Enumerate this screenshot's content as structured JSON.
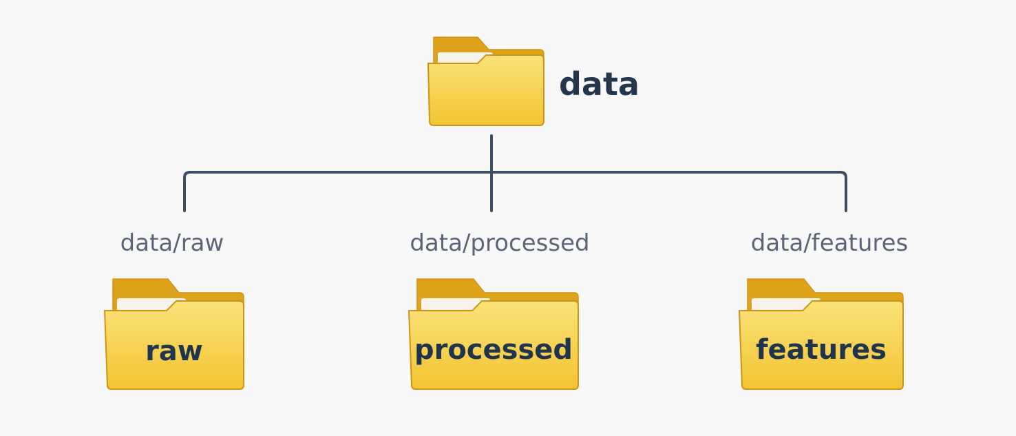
{
  "root": {
    "name": "data",
    "icon": "folder-icon"
  },
  "children": [
    {
      "path": "data/raw",
      "name": "raw",
      "icon": "folder-icon"
    },
    {
      "path": "data/processed",
      "name": "processed",
      "icon": "folder-icon"
    },
    {
      "path": "data/features",
      "name": "features",
      "icon": "folder-icon"
    }
  ],
  "colors": {
    "background": "#f8f8f8",
    "folder_back": "#dfa21b",
    "folder_front_top": "#fbe27a",
    "folder_front_bottom": "#f2c431",
    "folder_outline": "#cf9416",
    "paper": "#f5f3ec",
    "connector": "#3d4d62",
    "label_dark": "#24364d",
    "label_gray": "#5b6577"
  }
}
